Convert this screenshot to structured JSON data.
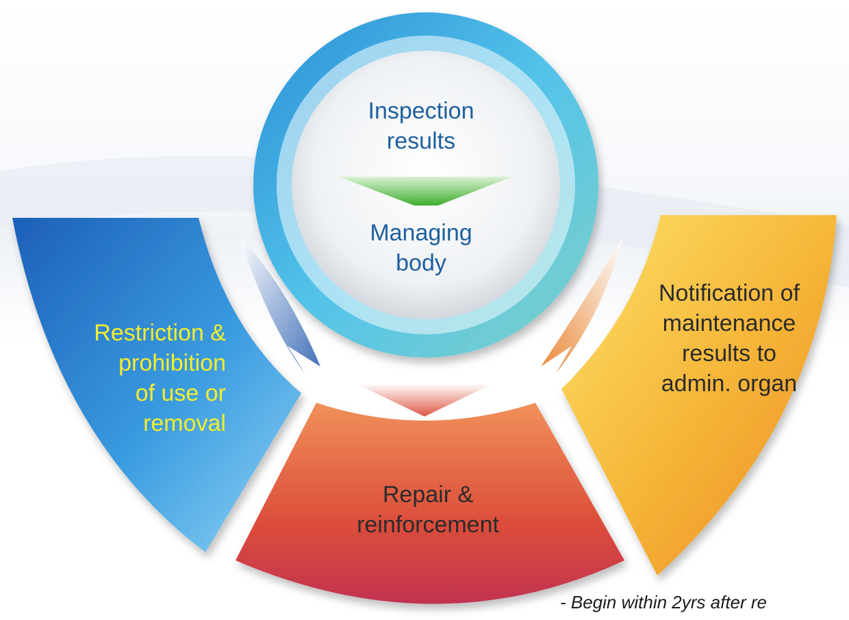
{
  "center": {
    "top_label": "Inspection\nresults",
    "bottom_label": "Managing\nbody"
  },
  "segments": {
    "left": {
      "label": "Restriction &\nprohibition\nof use or\nremoval",
      "color": "#2a7fd0"
    },
    "bottom": {
      "label": "Repair &\nreinforcement",
      "color": "#d94a38"
    },
    "right": {
      "label": "Notification of\nmaintenance\nresults to\nadmin. organ",
      "color": "#f2a92a"
    }
  },
  "footnote": "- Begin within 2yrs after re",
  "colors": {
    "ring": "#2f9fd8",
    "down_arrow": "#4cbb3a",
    "left_text": "#f4ee2c"
  }
}
